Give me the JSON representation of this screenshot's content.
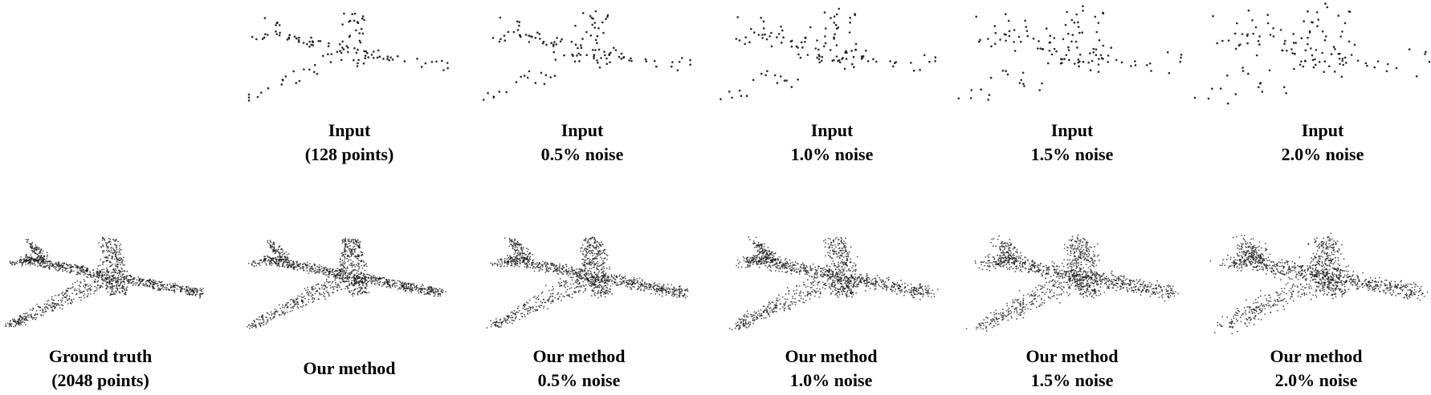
{
  "figure": {
    "input_row": {
      "panels": [
        {
          "line1": "Input",
          "line2": "(128 points)",
          "noise_percent": 0,
          "points": 128
        },
        {
          "line1": "Input",
          "line2": "0.5% noise",
          "noise_percent": 0.5,
          "points": 128
        },
        {
          "line1": "Input",
          "line2": "1.0% noise",
          "noise_percent": 1.0,
          "points": 128
        },
        {
          "line1": "Input",
          "line2": "1.5% noise",
          "noise_percent": 1.5,
          "points": 128
        },
        {
          "line1": "Input",
          "line2": "2.0% noise",
          "noise_percent": 2.0,
          "points": 128
        }
      ]
    },
    "output_row": {
      "ground_truth": {
        "line1": "Ground truth",
        "line2": "(2048 points)",
        "points": 2048
      },
      "panels": [
        {
          "line1": "Our method",
          "line2": "",
          "noise_percent": 0
        },
        {
          "line1": "Our method",
          "line2": "0.5% noise",
          "noise_percent": 0.5
        },
        {
          "line1": "Our method",
          "line2": "1.0% noise",
          "noise_percent": 1.0
        },
        {
          "line1": "Our method",
          "line2": "1.5% noise",
          "noise_percent": 1.5
        },
        {
          "line1": "Our method",
          "line2": "2.0% noise",
          "noise_percent": 2.0
        }
      ]
    },
    "colors": {
      "point": "#111111",
      "background": "#ffffff"
    }
  }
}
